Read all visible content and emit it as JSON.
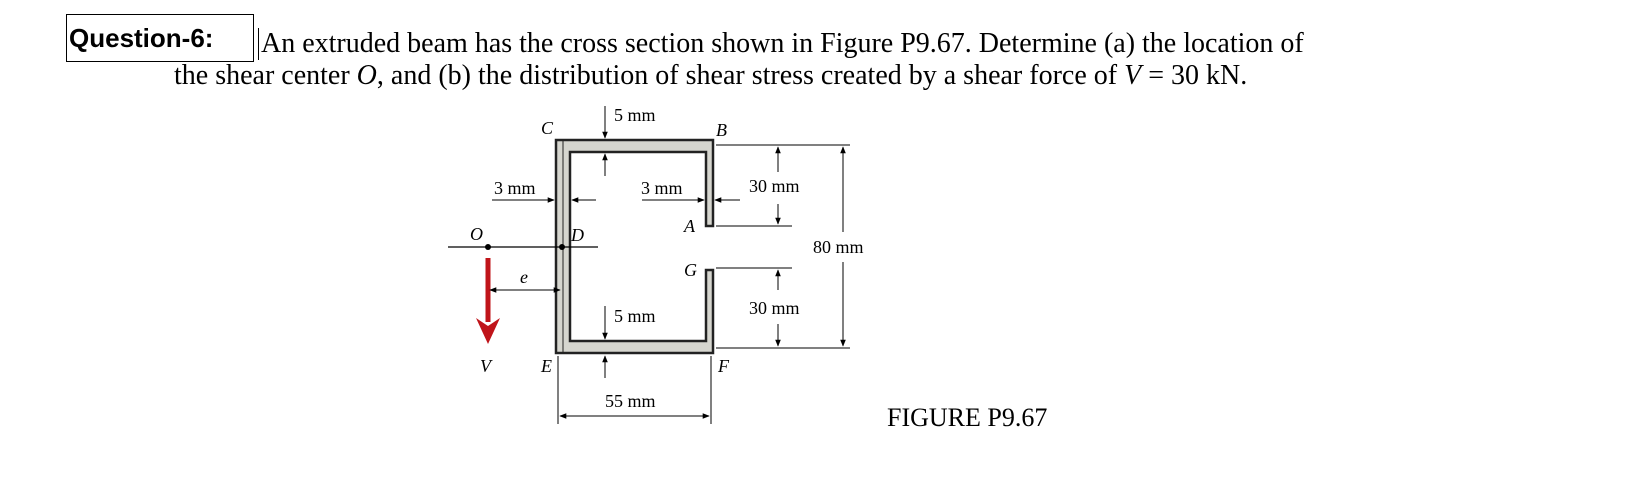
{
  "question": {
    "label": "Question-6:",
    "line1": "An extruded beam has the cross section shown in Figure P9.67.  Determine (a) the location of",
    "line2_a": "the shear center ",
    "line2_o": "O",
    "line2_b": ", and (b) the distribution of shear stress created by a shear force of ",
    "line2_v": "V",
    "line2_c": " = 30 kN."
  },
  "figure": {
    "caption": "FIGURE P9.67",
    "points": {
      "C": "C",
      "B": "B",
      "A": "A",
      "D": "D",
      "G": "G",
      "E": "E",
      "F": "F",
      "O": "O",
      "V": "V",
      "e": "e"
    },
    "dims": {
      "top_flange": "5 mm",
      "left_web": "3 mm",
      "right_lip": "3 mm",
      "upper_lip": "30 mm",
      "total_height": "80 mm",
      "bottom_flange": "5 mm",
      "lower_lip": "30 mm",
      "width": "55 mm"
    },
    "colors": {
      "section_fill": "#d6d6cf",
      "force_arrow": "#c0141a"
    }
  }
}
